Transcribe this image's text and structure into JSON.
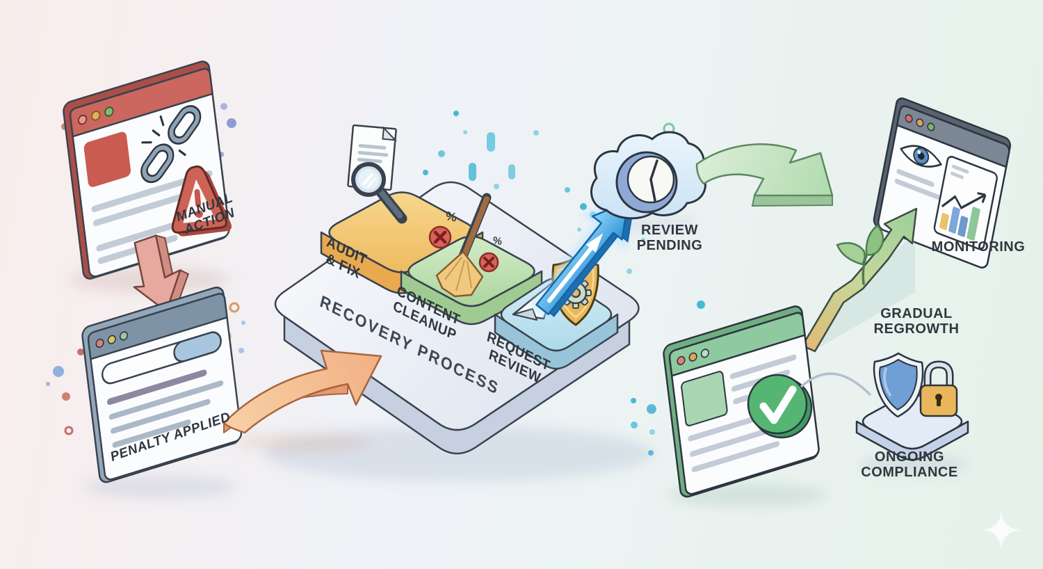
{
  "illustration": {
    "title": "Recovery Process",
    "type": "isometric-flow-diagram"
  },
  "stages": {
    "manual_action": {
      "label": "MANUAL\nACTION"
    },
    "penalty_applied": {
      "label": "PENALTY APPLIED"
    },
    "recovery_process": {
      "label": "RECOVERY PROCESS"
    },
    "audit_fix": {
      "label": "AUDIT\n& FIX"
    },
    "content_cleanup": {
      "label": "CONTENT\nCLEANUP",
      "percent_badge": "%"
    },
    "request_review": {
      "label": "REQUEST\nREVIEW"
    },
    "review_pending": {
      "label": "REVIEW\nPENDING"
    },
    "monitoring": {
      "label": "MONITORING"
    },
    "gradual_regrowth": {
      "label": "GRADUAL\nREGROWTH"
    },
    "ongoing_compliance": {
      "label": "ONGOING\nCOMPLIANCE"
    }
  },
  "icons": [
    "broken-link-icon",
    "warning-triangle-icon",
    "red-down-arrow-icon",
    "orange-curved-arrow-icon",
    "document-icon",
    "magnifier-icon",
    "broom-icon",
    "x-badge-icon",
    "paper-plane-icon",
    "shield-gear-icon",
    "blue-glossy-arrow-icon",
    "cloud-icon",
    "clock-icon",
    "green-curved-arrow-icon",
    "eye-icon",
    "bar-chart-icon",
    "growth-arrow-icon",
    "sprout-icon",
    "check-circle-icon",
    "shield-icon",
    "padlock-icon",
    "sparkle-icon"
  ],
  "colors": {
    "background_left": "#f9edeb",
    "background_right": "#e5f1ea",
    "manual_window_header": "#cb675e",
    "penalty_window_header": "#7e94a6",
    "monitor_window_header": "#7b8794",
    "compliance_window_header": "#8fc9a0",
    "audit_block": "#f1c475",
    "cleanup_block": "#bfe0b1",
    "review_block": "#bfe2ef",
    "platform": "#e8ecf4",
    "warning_red": "#c4574e",
    "success_green": "#55b573",
    "shield_blue": "#6f9fd4",
    "lock_gold": "#e9b65c",
    "arrow_orange": "#f5bd8e",
    "arrow_blue": "#45a7e6",
    "arrow_green": "#bfe0bc",
    "arrow_red": "#e7a99f",
    "label_text": "#30373f"
  }
}
